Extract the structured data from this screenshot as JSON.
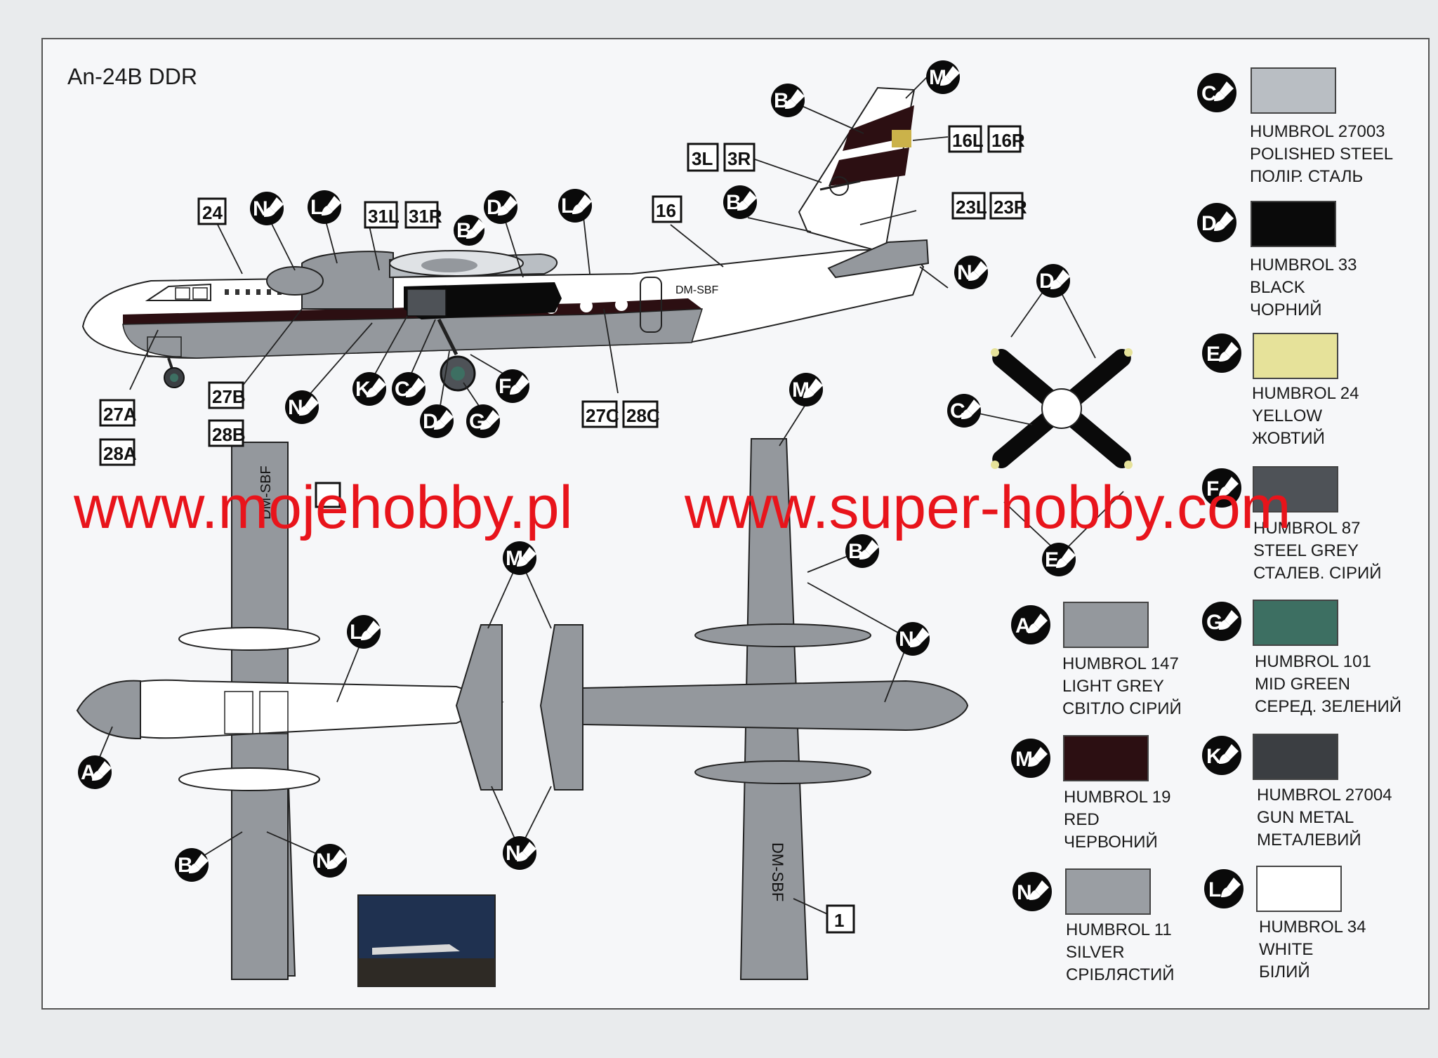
{
  "title": "An-24B DDR",
  "registration": "DM-SBF",
  "watermark": {
    "left": "www.mojehobby.pl",
    "right": "www.super-hobby.com",
    "color": "#e8141b"
  },
  "legend": [
    {
      "id": "C",
      "code": "HUMBROL 27003",
      "en": "POLISHED STEEL",
      "ua": "ПОЛІР. СТАЛЬ",
      "color": "#b9bec3"
    },
    {
      "id": "D",
      "code": "HUMBROL 33",
      "en": "BLACK",
      "ua": "ЧОРНИЙ",
      "color": "#0a0a0a"
    },
    {
      "id": "E",
      "code": "HUMBROL 24",
      "en": "YELLOW",
      "ua": "ЖОВТИЙ",
      "color": "#e6e29a"
    },
    {
      "id": "F",
      "code": "HUMBROL 87",
      "en": "STEEL GREY",
      "ua": "СТАЛЕВ. СІРИЙ",
      "color": "#4e5257"
    },
    {
      "id": "A",
      "code": "HUMBROL 147",
      "en": "LIGHT GREY",
      "ua": "СВІТЛО СІРИЙ",
      "color": "#94989d"
    },
    {
      "id": "G",
      "code": "HUMBROL 101",
      "en": "MID GREEN",
      "ua": "СЕРЕД. ЗЕЛЕНИЙ",
      "color": "#3d6f62"
    },
    {
      "id": "M",
      "code": "HUMBROL 19",
      "en": "RED",
      "ua": "ЧЕРВОНИЙ",
      "color": "#2c0f12"
    },
    {
      "id": "K",
      "code": "HUMBROL 27004",
      "en": "GUN METAL",
      "ua": "МЕТАЛЕВИЙ",
      "color": "#3b3e42"
    },
    {
      "id": "N",
      "code": "HUMBROL 11",
      "en": "SILVER",
      "ua": "СРІБЛЯСТИЙ",
      "color": "#9a9ea3"
    },
    {
      "id": "L",
      "code": "HUMBROL 34",
      "en": "WHITE",
      "ua": "БІЛИЙ",
      "color": "#ffffff"
    }
  ],
  "decals": {
    "d24": "24",
    "d31L": "31L",
    "d31R": "31R",
    "d16": "16",
    "d3L": "3L",
    "d3R": "3R",
    "d16L": "16L",
    "d16R": "16R",
    "d23L": "23L",
    "d23R": "23R",
    "d27B": "27B",
    "d28B": "28B",
    "d27A": "27A",
    "d28A": "28A",
    "d27C": "27C",
    "d28C": "28C",
    "d1": "1"
  },
  "callouts": {
    "side": [
      "B",
      "M",
      "N",
      "L",
      "B",
      "D",
      "L",
      "B",
      "N",
      "K",
      "C",
      "F",
      "D",
      "G",
      "N"
    ],
    "prop": [
      "D",
      "C",
      "E"
    ],
    "plan": [
      "M",
      "L",
      "A",
      "B",
      "N",
      "N",
      "M",
      "B",
      "N"
    ]
  },
  "icons": [
    "paint-brush-icon",
    "aircraft-photo"
  ]
}
